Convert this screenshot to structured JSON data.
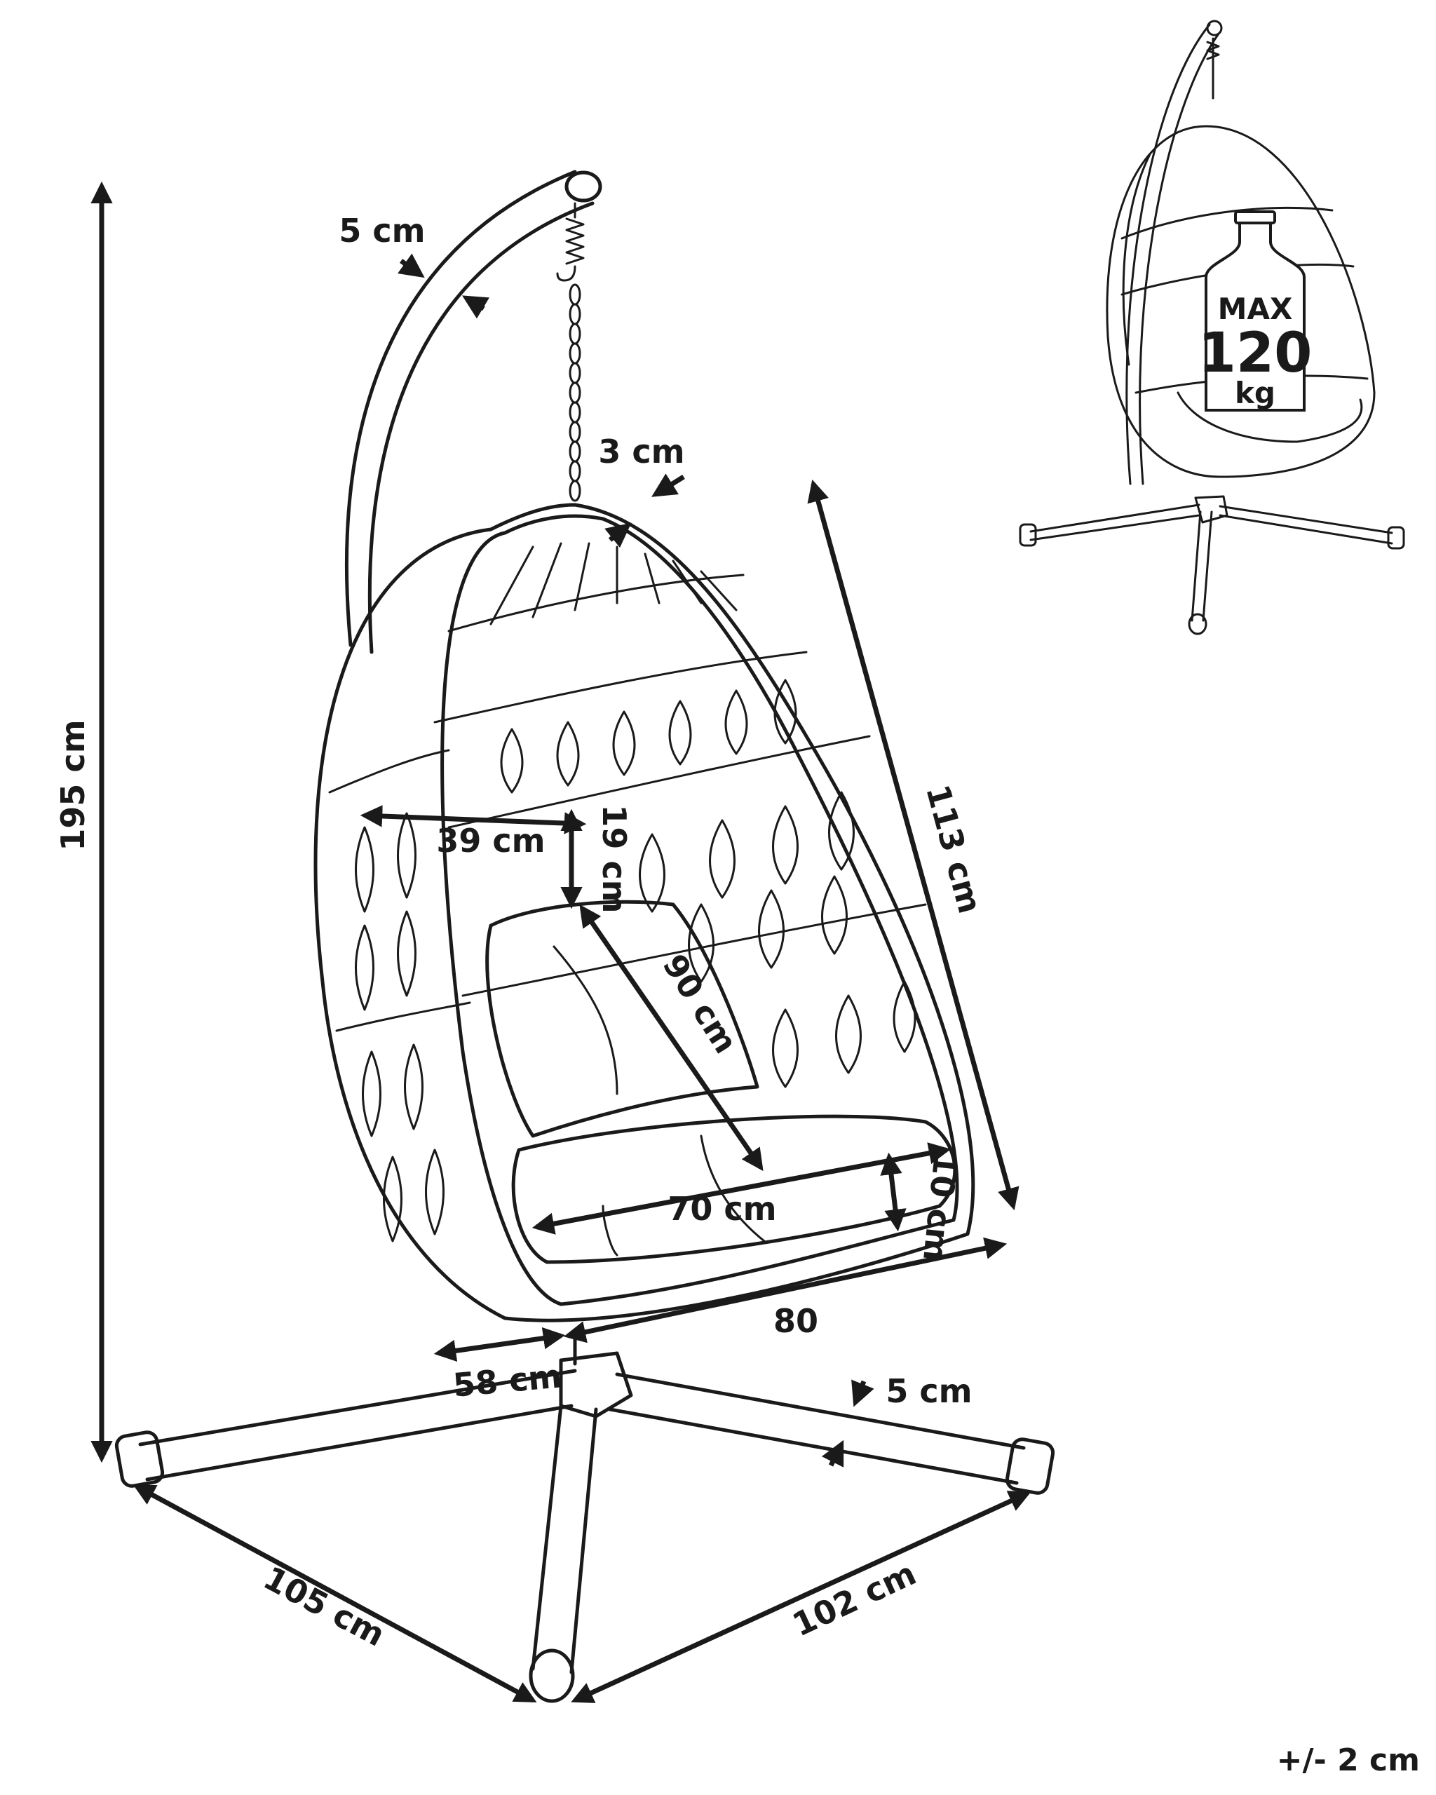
{
  "dimensions": {
    "stand_height": "195 cm",
    "pole_thickness": "5 cm",
    "frame_thickness": "3 cm",
    "chair_height": "113 cm",
    "seat_back_width": "39 cm",
    "seat_back_depth": "19 cm",
    "backrest_height": "90 cm",
    "seat_width": "70 cm",
    "cushion_thickness": "10 cm",
    "chair_width": "80",
    "chair_depth": "58 cm",
    "base_leg_thickness": "5 cm",
    "base_left": "105 cm",
    "base_right": "102 cm"
  },
  "load": {
    "max_label": "MAX",
    "max_value": "120",
    "max_unit": "kg"
  },
  "tolerance": "+/- 2 cm"
}
